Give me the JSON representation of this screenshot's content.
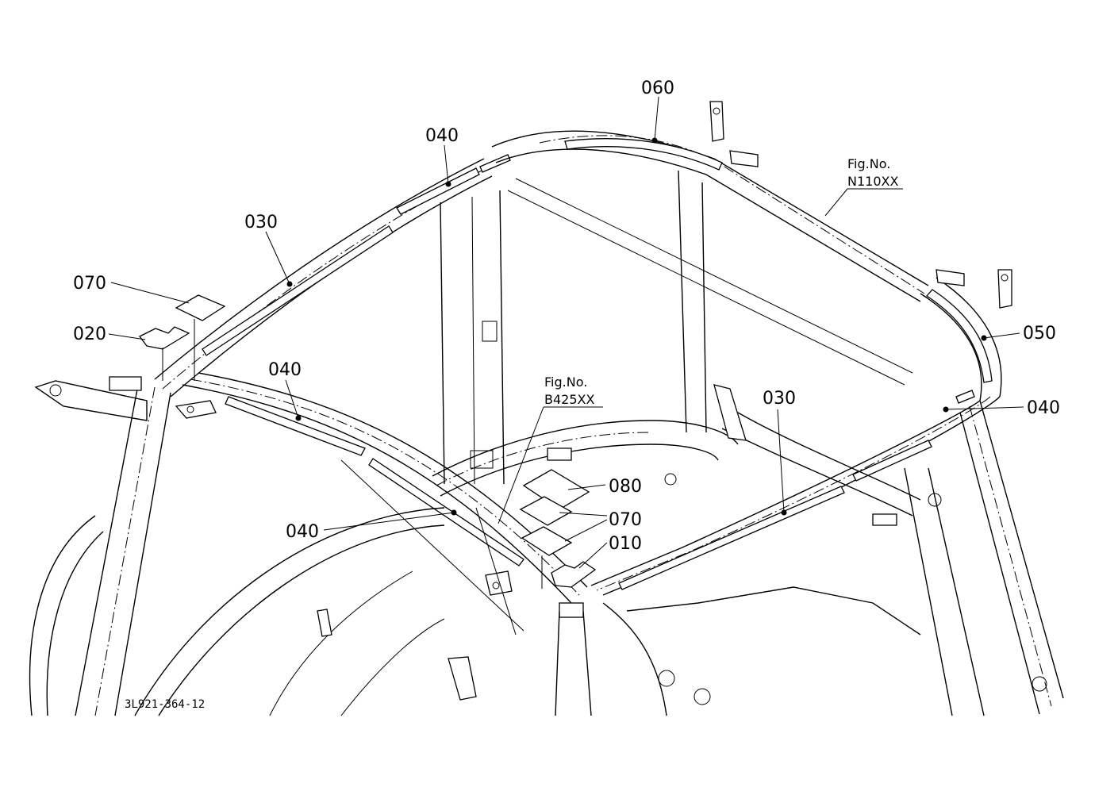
{
  "callouts": {
    "c010": "010",
    "c020": "020",
    "c030a": "030",
    "c030b": "030",
    "c040a": "040",
    "c040b": "040",
    "c040c": "040",
    "c040d": "040",
    "c050": "050",
    "c060": "060",
    "c070a": "070",
    "c070b": "070",
    "c080": "080"
  },
  "figrefs": {
    "n110_label": "Fig.No.",
    "n110_code": "N110XX",
    "b425_label": "Fig.No.",
    "b425_code": "B425XX"
  },
  "diagram_id": "3L921-364-12"
}
